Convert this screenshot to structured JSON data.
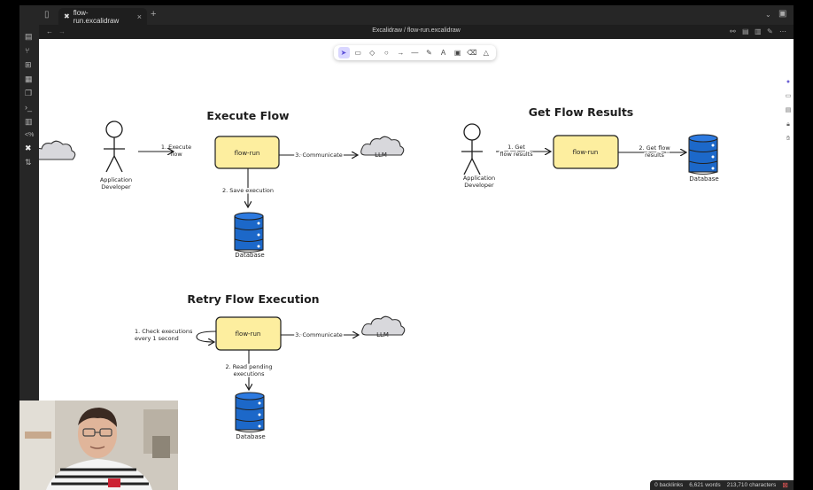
{
  "window": {
    "tab_title": "flow-run.excalidraw",
    "breadcrumb": "Excalidraw / flow-run.excalidraw"
  },
  "icons": {
    "titlebar_left": [
      "sidebar-toggle-icon"
    ],
    "titlebar_right": [
      "chevron-down-icon",
      "sidebar-right-icon"
    ],
    "nav": [
      "arrow-left-icon",
      "arrow-right-icon"
    ],
    "nav_right": [
      "link-icon",
      "book-icon",
      "reading-icon",
      "pen-icon",
      "more-icon"
    ],
    "ribbon": [
      "file-icon",
      "graph-icon",
      "grid-icon",
      "calendar-icon",
      "copy-icon",
      "terminal-icon",
      "table-icon",
      "code-icon",
      "excalidraw-icon",
      "sync-icon"
    ],
    "canvas_right": [
      "excalidraw-icon",
      "page-icon",
      "book-icon",
      "lock-icon",
      "hand-icon"
    ]
  },
  "toolbar": {
    "tools": [
      {
        "name": "selection-tool",
        "glyph": "➤",
        "active": true
      },
      {
        "name": "rectangle-tool",
        "glyph": "▭"
      },
      {
        "name": "diamond-tool",
        "glyph": "◇"
      },
      {
        "name": "ellipse-tool",
        "glyph": "○"
      },
      {
        "name": "arrow-tool",
        "glyph": "→"
      },
      {
        "name": "line-tool",
        "glyph": "—"
      },
      {
        "name": "draw-tool",
        "glyph": "✎"
      },
      {
        "name": "text-tool",
        "glyph": "A"
      },
      {
        "name": "image-tool",
        "glyph": "▣"
      },
      {
        "name": "eraser-tool",
        "glyph": "⌫"
      },
      {
        "name": "shapes-tool",
        "glyph": "△"
      }
    ]
  },
  "diagram": {
    "execute": {
      "title": "Execute Flow",
      "actor": [
        "Application",
        "Developer"
      ],
      "step1": [
        "1. Execute",
        "flow"
      ],
      "box": "flow-run",
      "step3": "3. Communicate",
      "llm": "LLM",
      "step2": "2. Save execution",
      "db": "Database"
    },
    "results": {
      "title": "Get Flow Results",
      "actor": [
        "Application",
        "Developer"
      ],
      "step1": [
        "1. Get",
        "flow results"
      ],
      "box": "flow-run",
      "step2": [
        "2. Get flow",
        "results"
      ],
      "db": "Database"
    },
    "retry": {
      "title": "Retry Flow Execution",
      "step1": [
        "1. Check executions",
        "every 1 second"
      ],
      "box": "flow-run",
      "step3": "3. Communicate",
      "llm": "LLM",
      "step2": [
        "2. Read pending",
        "executions"
      ],
      "db": "Database"
    }
  },
  "status": {
    "backlinks": "0 backlinks",
    "words": "6,621 words",
    "characters": "213,710 characters"
  }
}
